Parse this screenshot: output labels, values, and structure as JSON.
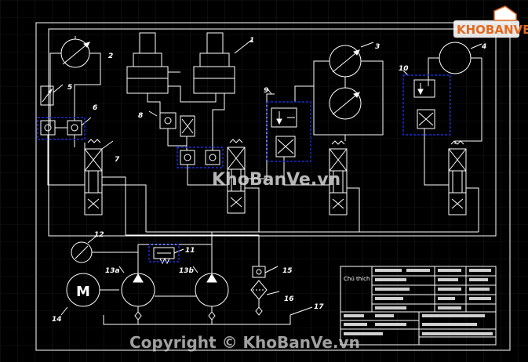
{
  "labels": {
    "l1": "1",
    "l2": "2",
    "l3": "3",
    "l4": "4",
    "l5": "5",
    "l6": "6",
    "l7": "7",
    "l8": "8",
    "l9": "9",
    "l10": "10",
    "l11": "11",
    "l12": "12",
    "l13a": "13a",
    "l13b": "13b",
    "l14": "14",
    "l15": "15",
    "l16": "16",
    "l17": "17"
  },
  "motor_symbol": "M",
  "title_block": {
    "caption": "Chú thích"
  },
  "watermark": {
    "logo": "KHOBANVE",
    "center": "KhoBanVe.vn",
    "bottom": "Copyright © KhoBanVe.vn"
  },
  "colors": {
    "background": "#000000",
    "line": "#ffffff",
    "dashed_box": "#1a2fd6",
    "logo": "#e36a1e"
  }
}
